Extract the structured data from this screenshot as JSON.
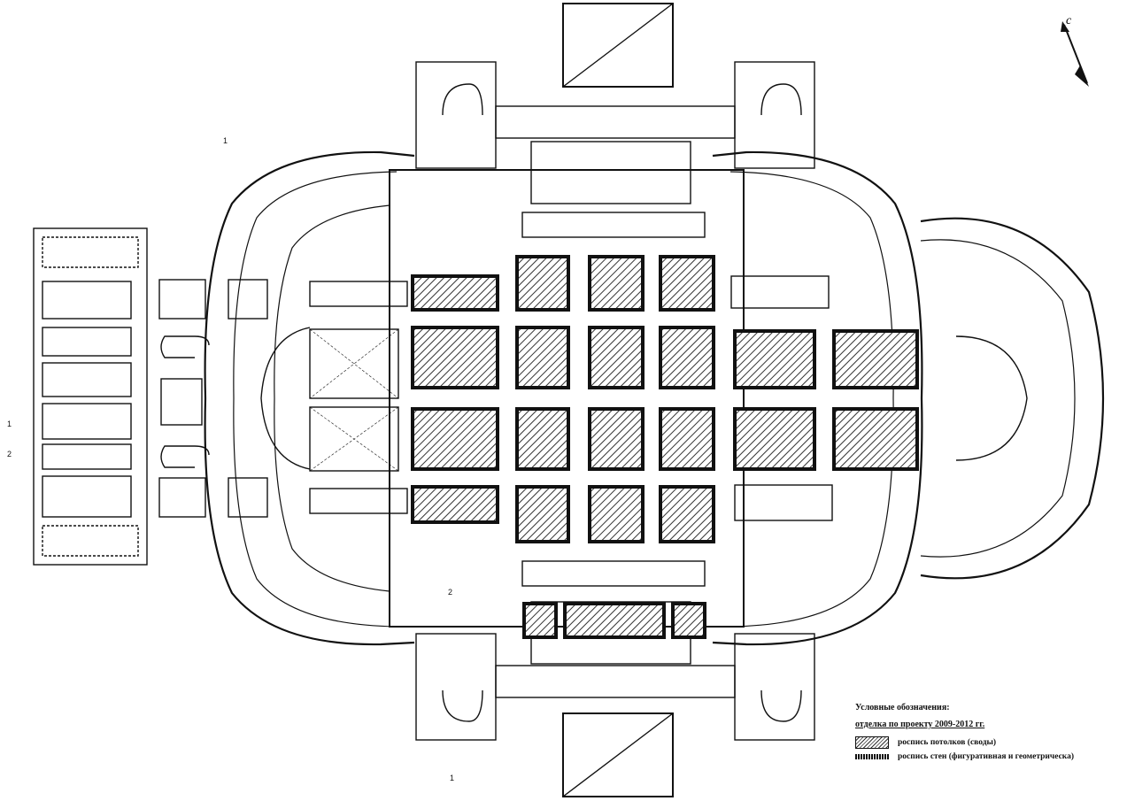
{
  "north_arrow": {
    "letter": "с"
  },
  "legend": {
    "title": "Условные обозначения:",
    "subtitle": "отделка по проекту 2009-2012 гг.",
    "items": [
      {
        "label": "роспись потолков (своды)"
      },
      {
        "label": "роспись стен (фигуративная и геометрическа)"
      }
    ]
  },
  "section_marks": {
    "top": "1",
    "left_top": "1",
    "left_bottom": "2",
    "bottom": "1",
    "center": "2"
  },
  "colors": {
    "line": "#111111",
    "hatch": "#333333",
    "paper": "#ffffff"
  }
}
